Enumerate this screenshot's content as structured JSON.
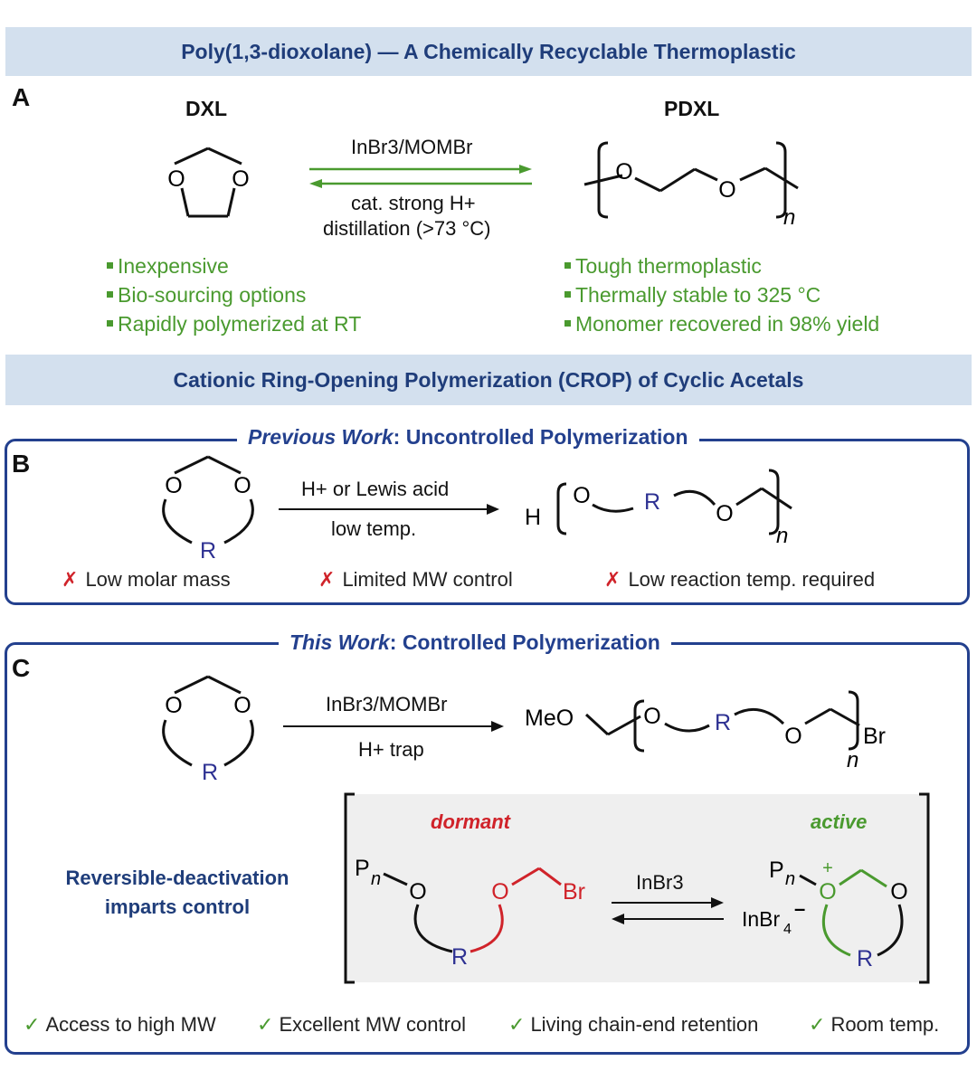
{
  "banner1": "Poly(1,3-dioxolane) — A Chemically Recyclable Thermoplastic",
  "banner2": "Cationic Ring-Opening Polymerization (CROP) of Cyclic Acetals",
  "panelA": {
    "letter": "A",
    "monomer_label": "DXL",
    "polymer_label": "PDXL",
    "forward_reagent": "InBr3/MOMBr",
    "reverse_cond_1": "cat. strong H+",
    "reverse_cond_2": "distillation (>73 °C)",
    "left_bullets": [
      "Inexpensive",
      "Bio-sourcing options",
      "Rapidly polymerized at RT"
    ],
    "right_bullets": [
      "Tough thermoplastic",
      "Thermally stable to 325 °C",
      "Monomer recovered in 98% yield"
    ]
  },
  "panelB": {
    "letter": "B",
    "title_italic": "Previous Work",
    "title_rest": ": Uncontrolled Polymerization",
    "cond_top": "H+ or Lewis acid",
    "cond_bottom": "low temp.",
    "drawbacks": [
      "Low molar mass",
      "Limited MW control",
      "Low reaction temp. required"
    ],
    "drawback_mark": "✗"
  },
  "panelC": {
    "letter": "C",
    "title_italic": "This Work",
    "title_rest": ": Controlled Polymerization",
    "cond_top": "InBr3/MOMBr",
    "cond_bottom": "H+ trap",
    "dormant": "dormant",
    "active": "active",
    "equilibrium_reagent": "InBr3",
    "control_text_1": "Reversible-deactivation",
    "control_text_2": "imparts control",
    "advantages": [
      "Access to high MW",
      "Excellent MW control",
      "Living chain-end retention",
      "Room temp."
    ],
    "advantage_mark": "✓"
  },
  "colors": {
    "banner_bg": "#d3e0ee",
    "navy": "#23408e",
    "green": "#4a9a2f",
    "red": "#d0232a",
    "r_group": "#2e3192"
  }
}
